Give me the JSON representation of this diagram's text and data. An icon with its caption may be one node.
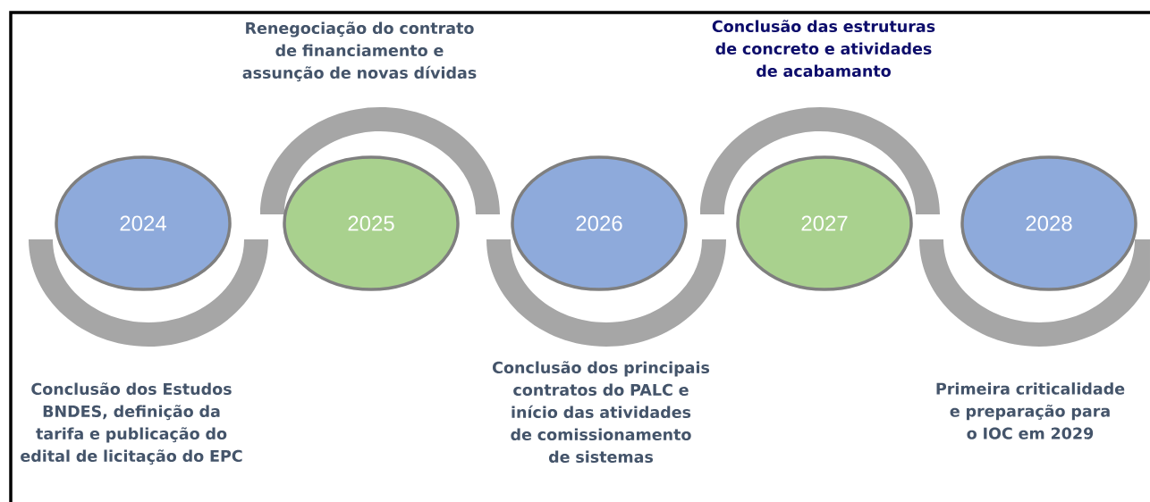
{
  "diagram": {
    "nodes": [
      {
        "text": [
          "2024"
        ]
      },
      {
        "text": [
          "2025"
        ]
      },
      {
        "text": [
          "2026"
        ]
      },
      {
        "text": [
          "2027"
        ]
      },
      {
        "text": [
          "2028"
        ]
      },
      {
        "text": [],
        "shape": "arc"
      },
      {
        "text": [],
        "shape": "arc"
      },
      {
        "text": [],
        "shape": "arc"
      },
      {
        "text": [],
        "shape": "arc"
      },
      {
        "text": [],
        "shape": "arc"
      }
    ],
    "labels": [
      "Renegociação do contrato de financiamento e assunção de novas dívidas",
      "Conclusão das estruturas de concreto e atividades de acabamanto",
      "Conclusão dos Estudos BNDES, definição da tarifa e publicação do edital de licitação do EPC",
      "Conclusão dos principais contratos do PALC e início das atividades de comissionamento de sistemas",
      "Primeira criticalidade e preparação para o IOC em 2029"
    ]
  }
}
